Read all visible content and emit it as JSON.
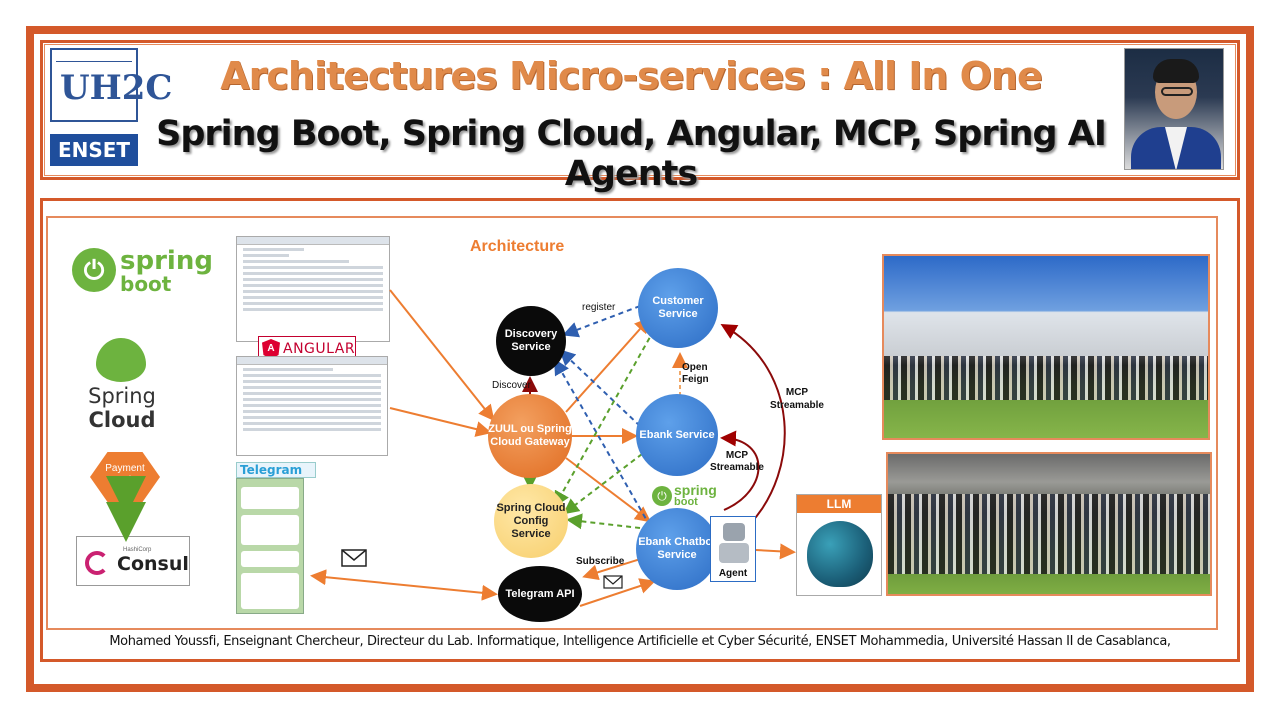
{
  "header": {
    "title": "Architectures Micro-services : All In One",
    "subtitle": "Spring Boot, Spring Cloud, Angular, MCP, Spring AI Agents",
    "logo_top": "UH2C",
    "logo_bottom": "ENSET"
  },
  "left_logos": {
    "spring_boot_line1": "spring",
    "spring_boot_line2": "boot",
    "spring_cloud_line1": "Spring",
    "spring_cloud_line2": "Cloud",
    "payment_service": "Payment Service",
    "consul_small": "HashiCorp",
    "consul": "Consul"
  },
  "screens": {
    "angular_label": "ANGULAR",
    "angular_letter": "A",
    "telegram_label": "Telegram"
  },
  "architecture": {
    "title": "Architecture",
    "nodes": {
      "discovery": "Discovery Service",
      "customer": "Customer Service",
      "gateway": "ZUUL ou Spring Cloud Gateway",
      "ebank": "Ebank Service",
      "config": "Spring Cloud Config Service",
      "chatbot": "Ebank Chatbot Service",
      "telegram_api": "Telegram API"
    },
    "labels": {
      "register": "register",
      "discover": "Discover",
      "open_feign": "Open Feign",
      "mcp1": "MCP Streamable",
      "mcp2": "MCP Streamable",
      "subscribe": "Subscribe",
      "agent": "Agent",
      "llm": "LLM",
      "spring_small1": "spring",
      "spring_small2": "boot"
    }
  },
  "footer": {
    "text": "Mohamed Youssfi, Enseignant Chercheur, Directeur du Lab. Informatique, Intelligence Artificielle et Cyber Sécurité, ENSET Mohammedia, Université Hassan II de Casablanca,"
  }
}
